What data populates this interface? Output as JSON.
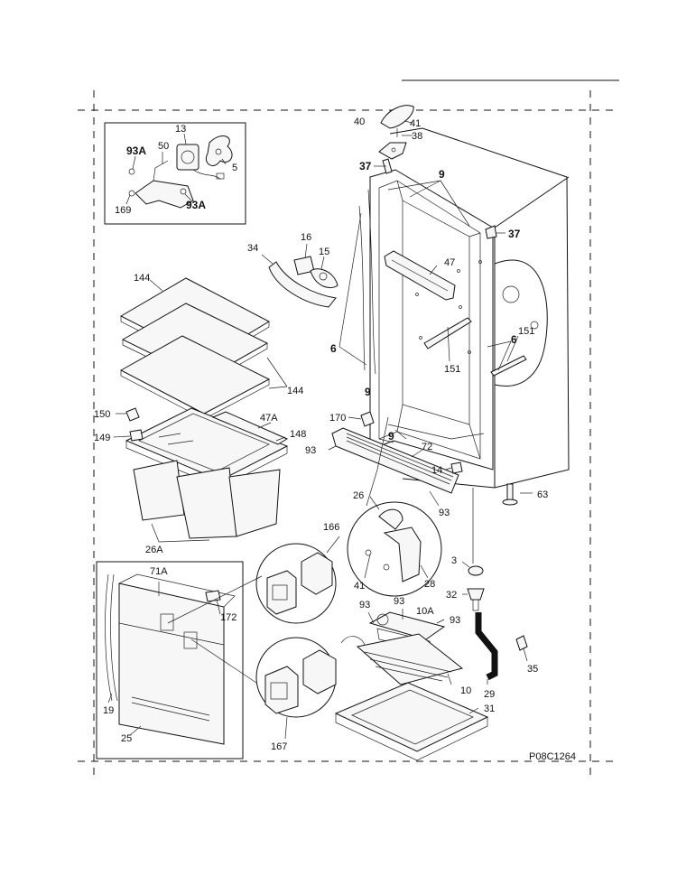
{
  "drawing_code": "P08C1264",
  "callouts": {
    "c40": "40",
    "c41": "41",
    "c38": "38",
    "c37a": "37",
    "c9a": "9",
    "c37b": "37",
    "c34": "34",
    "c16": "16",
    "c15": "15",
    "c47": "47",
    "c6a": "6",
    "c6b": "6",
    "c151a": "151",
    "c151b": "151",
    "c144a": "144",
    "c144b": "144",
    "c150": "150",
    "c149": "149",
    "c47A": "47A",
    "c148": "148",
    "c170": "170",
    "c9b": "9",
    "c9c": "9",
    "c93a": "93",
    "c72": "72",
    "c14": "14",
    "c26": "26",
    "c93b": "93",
    "c63": "63",
    "c26A": "26A",
    "c166": "166",
    "c71A": "71A",
    "c172": "172",
    "c41b": "41",
    "c28": "28",
    "c3": "3",
    "c32": "32",
    "c93c": "93",
    "c93d": "93",
    "c10A": "10A",
    "c93e": "93",
    "c35": "35",
    "c10": "10",
    "c29": "29",
    "c31": "31",
    "c19": "19",
    "c25": "25",
    "c167": "167",
    "c13": "13",
    "c50": "50",
    "c93Aa": "93A",
    "c5": "5",
    "c169": "169",
    "c93Ab": "93A"
  }
}
